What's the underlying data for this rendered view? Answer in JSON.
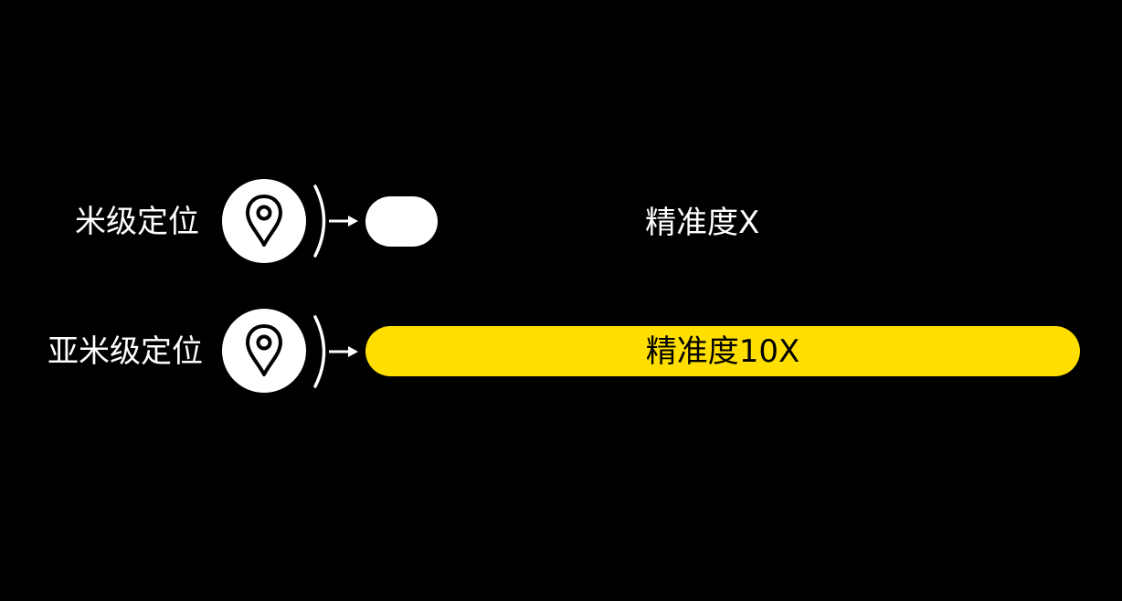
{
  "rows": [
    {
      "label": "米级定位",
      "accuracy": "精准度X",
      "icon": "map-pin-icon",
      "bar_color": "#ffffff",
      "relative_length": 1
    },
    {
      "label": "亚米级定位",
      "accuracy": "精准度10X",
      "icon": "map-pin-icon",
      "bar_color": "#ffde00",
      "relative_length": 10
    }
  ],
  "colors": {
    "background": "#000000",
    "foreground": "#ffffff",
    "accent": "#ffde00"
  }
}
